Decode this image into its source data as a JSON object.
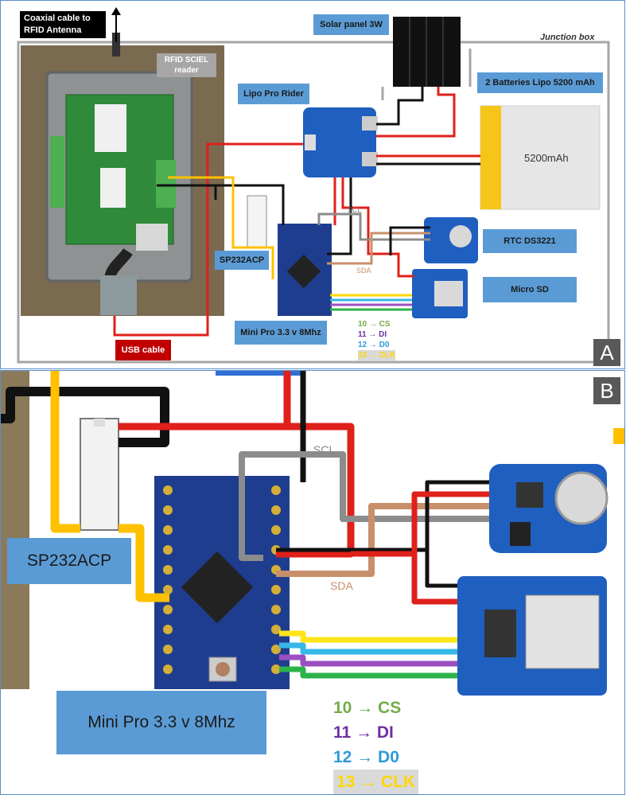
{
  "panel_a": {
    "letter": "A",
    "junction_box": "Junction box",
    "antenna_label": "Coaxial cable to RFID Antenna",
    "rfid_reader_label": "RFID SCIEL reader",
    "solar_panel_label": "Solar panel 3W",
    "lipo_rider_label": "Lipo Pro Rider",
    "batteries_label": "2 Batteries Lipo 5200 mAh",
    "battery_capacity": "5200mAh",
    "rtc_label": "RTC DS3221",
    "sd_label": "Micro SD",
    "sp232_label": "SP232ACP",
    "usb_label": "USB cable",
    "minipro_label": "Mini Pro 3.3 v 8Mhz",
    "scl": "SCL",
    "sda": "SDA",
    "pins": [
      {
        "text": "10 → CS",
        "color": "#70ad47"
      },
      {
        "text": "11 → DI",
        "color": "#7030a0"
      },
      {
        "text": "12 → D0",
        "color": "#2e9bd6"
      },
      {
        "text": "13 → CLK",
        "color": "#ffd700"
      }
    ]
  },
  "panel_b": {
    "letter": "B",
    "sp232_label": "SP232ACP",
    "minipro_label": "Mini Pro 3.3 v 8Mhz",
    "scl": "SCL",
    "sda": "SDA",
    "pins": [
      {
        "text": "10 → CS",
        "color": "#70ad47"
      },
      {
        "text": "11 → DI",
        "color": "#7030a0"
      },
      {
        "text": "12 → D0",
        "color": "#2e9bd6"
      },
      {
        "text": "13 → CLK",
        "color": "#ffd700"
      }
    ]
  },
  "colors": {
    "label_blue": "#5b9bd5",
    "board_blue": "#1f5fbf",
    "wire_red": "#e0201b",
    "wire_black": "#111111",
    "wire_yellow": "#ffc000",
    "wire_gray": "#8c8c8c",
    "wire_brown": "#c8906a",
    "wire_green": "#2db34a",
    "wire_purple": "#9b4fc0",
    "wire_cyan": "#36b7e8",
    "usb_red": "#c00000"
  }
}
